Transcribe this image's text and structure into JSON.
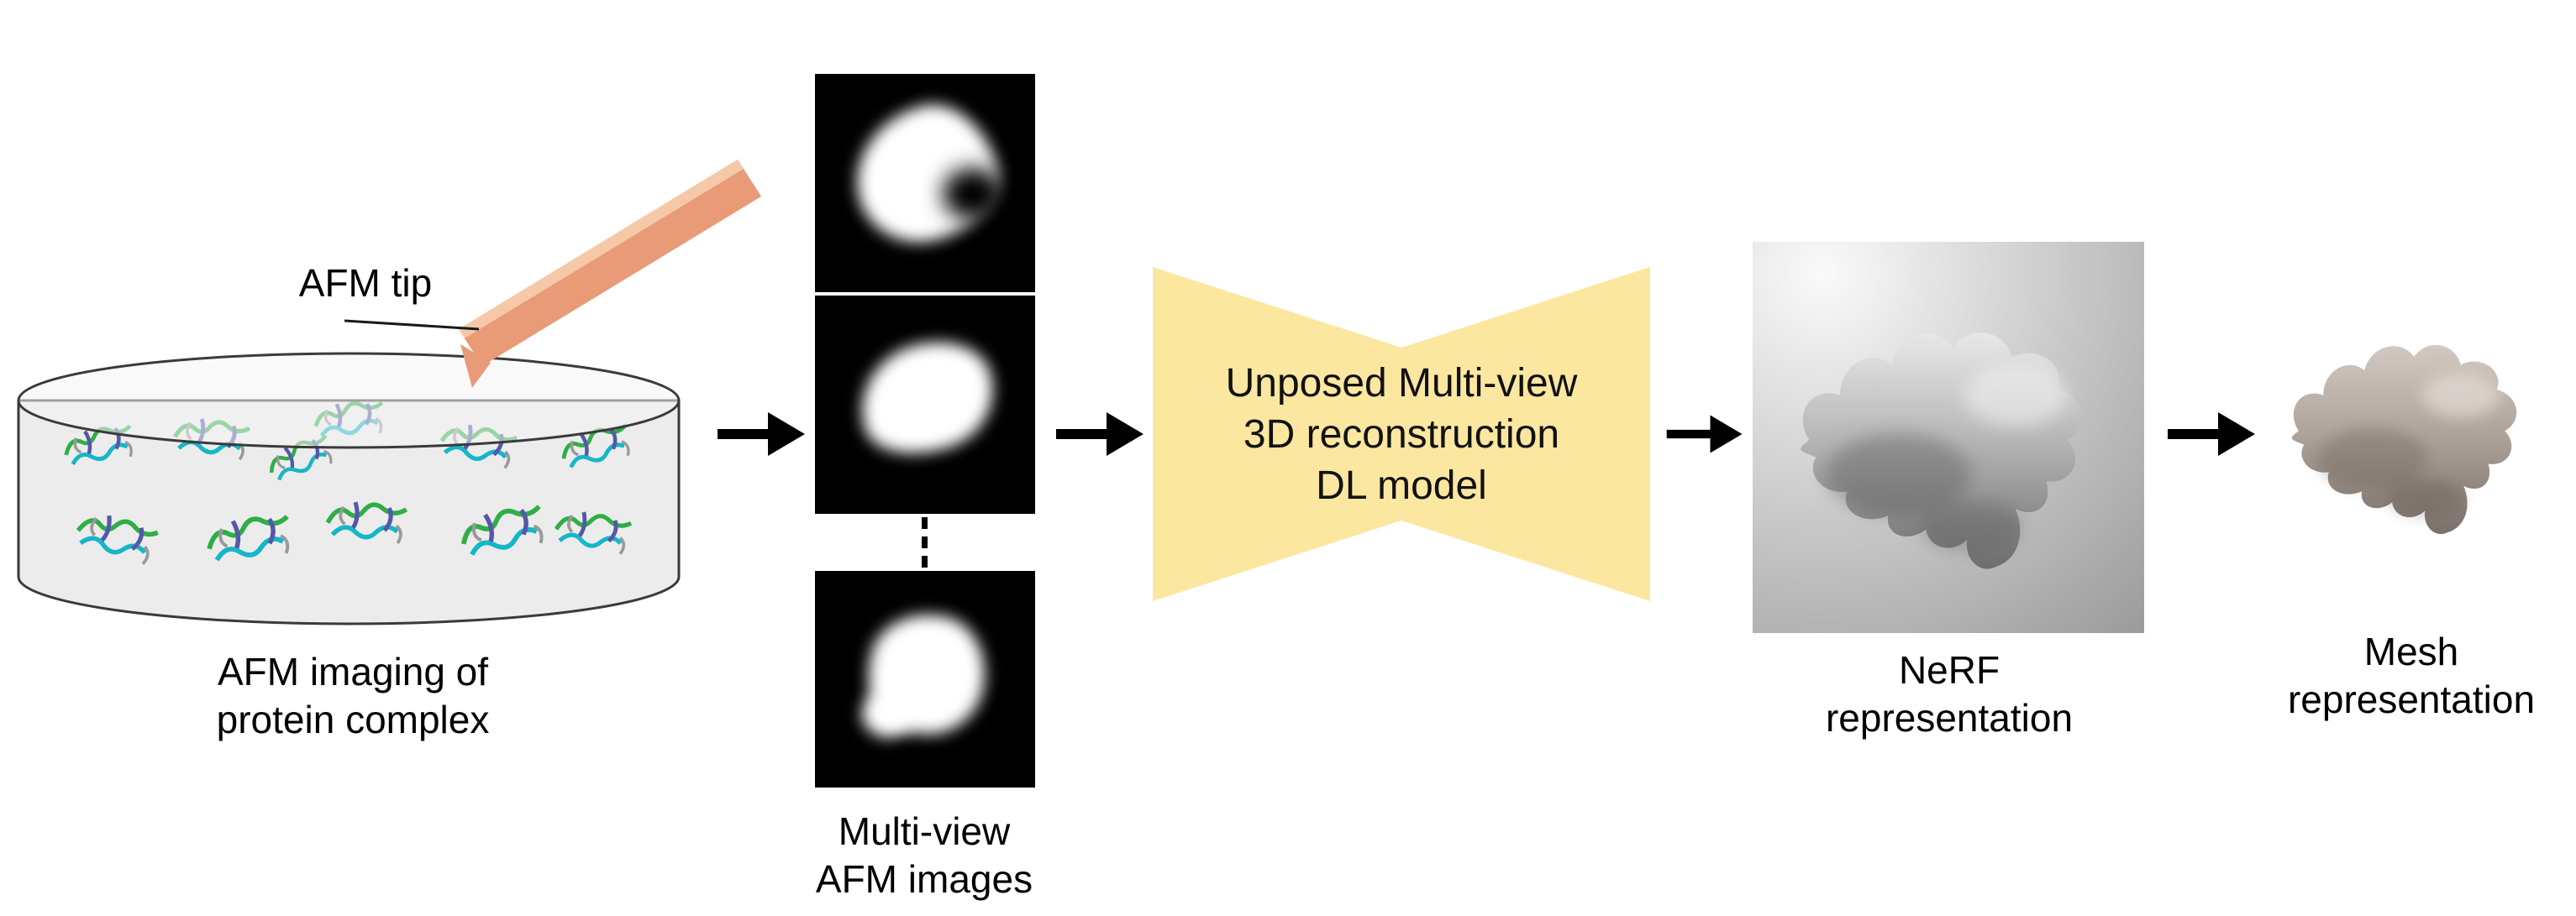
{
  "figure": {
    "afm": {
      "tip_label": "AFM tip",
      "caption": [
        "AFM imaging of",
        "protein complex"
      ]
    },
    "multiview": {
      "caption": [
        "Multi-view",
        "AFM images"
      ]
    },
    "model": {
      "label": [
        "Unposed Multi-view",
        "3D reconstruction",
        "DL model"
      ]
    },
    "nerf": {
      "caption": [
        "NeRF",
        "representation"
      ]
    },
    "mesh": {
      "caption": [
        "Mesh",
        "representation"
      ]
    },
    "colors": {
      "model_fill": "#fbe7a0",
      "tip_fill": "#e89b76",
      "tip_highlight": "#f5c9a8",
      "arrow": "#000000",
      "protein_green": "#2fae45",
      "protein_cyan": "#16b6c8",
      "protein_blue": "#5557a8",
      "protein_gray": "#9a9a9a"
    }
  }
}
